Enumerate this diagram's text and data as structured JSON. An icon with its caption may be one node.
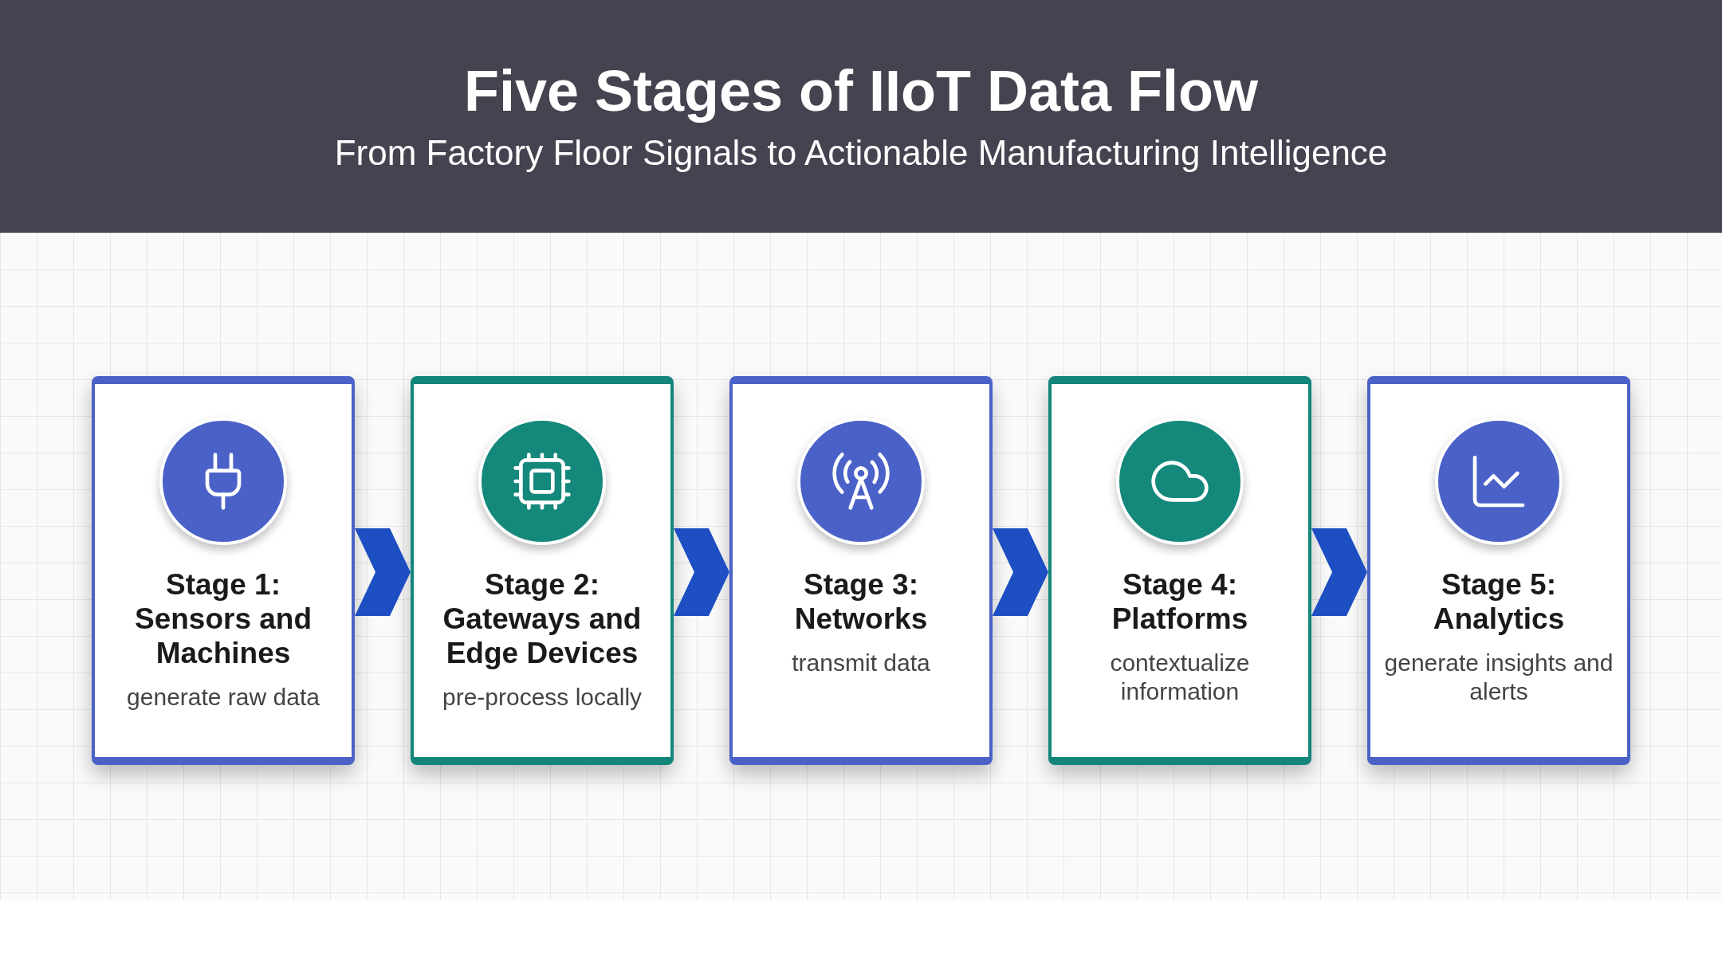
{
  "diagram": {
    "title": "Five Stages of IIoT Data Flow",
    "caption": "From Factory Floor Signals to Actionable Manufacturing Intelligence",
    "nodes": [
      {
        "text": [
          "Stage 1: Sensors and Machines",
          "generate raw data"
        ]
      },
      {
        "text": [
          "Stage 2: Gateways and Edge Devices",
          "pre-process locally"
        ]
      },
      {
        "text": [
          "Stage 3: Networks",
          "transmit data"
        ]
      },
      {
        "text": [
          "Stage 4: Platforms",
          "contextualize information"
        ]
      },
      {
        "text": [
          "Stage 5: Analytics",
          "generate insights and alerts"
        ]
      }
    ],
    "edges": [
      {
        "from": 0,
        "to": 1,
        "arrow": "to"
      },
      {
        "from": 1,
        "to": 2,
        "arrow": "to"
      },
      {
        "from": 2,
        "to": 3,
        "arrow": "to"
      },
      {
        "from": 3,
        "to": 4,
        "arrow": "to"
      }
    ]
  }
}
